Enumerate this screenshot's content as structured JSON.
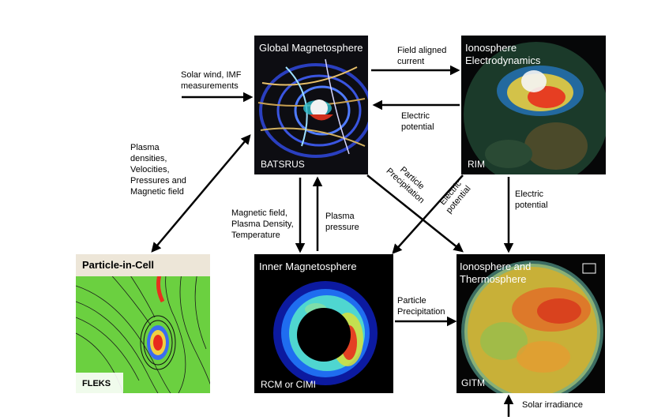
{
  "panels": {
    "global": {
      "title": "Global Magnetosphere",
      "label": "BATSRUS"
    },
    "iono_electro": {
      "title": "Ionosphere\nElectrodynamics",
      "label": "RIM"
    },
    "pic": {
      "title": "Particle-in-Cell",
      "label": "FLEKS"
    },
    "inner": {
      "title": "Inner Magnetosphere",
      "label": "RCM or CIMI"
    },
    "iono_thermo": {
      "title": "Ionosphere and\nThermosphere",
      "label": "GITM"
    }
  },
  "labels": {
    "solar_wind": "Solar wind, IMF\nmeasurements",
    "field_aligned": "Field aligned\ncurrent",
    "electric_potential_1": "Electric\npotential",
    "plasma_list": "Plasma\ndensities,\nVelocities,\nPressures and\nMagnetic field",
    "particle_precip_diag": "Particle\nPrecipitation",
    "electric_potential_diag": "Electric\npotential",
    "electric_potential_2": "Electric\npotential",
    "magnetic_field": "Magnetic field,\nPlasma Density,\nTemperature",
    "plasma_pressure": "Plasma\npressure",
    "particle_precip": "Particle\nPrecipitation",
    "solar_irradiance": "Solar irradiance"
  }
}
